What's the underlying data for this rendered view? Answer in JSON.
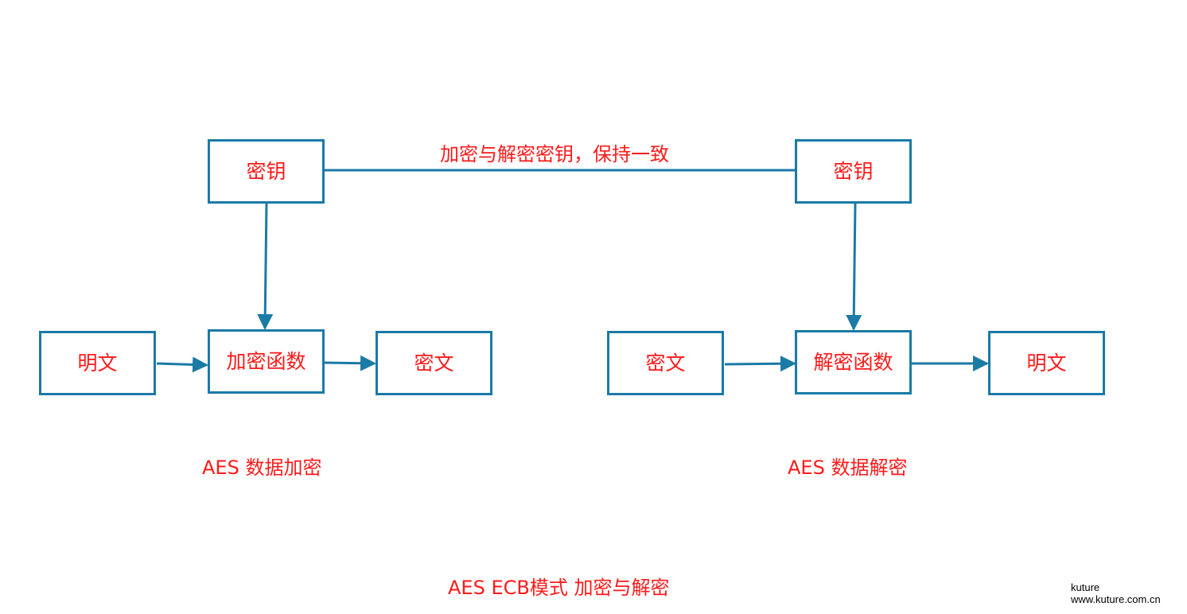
{
  "colors": {
    "box_border": "#1b7aa6",
    "arrow": "#1b7aa6",
    "text": "#ff1a1a"
  },
  "encrypt": {
    "key": "密钥",
    "plaintext": "明文",
    "function": "加密函数",
    "ciphertext": "密文",
    "caption": "AES 数据加密"
  },
  "decrypt": {
    "key": "密钥",
    "ciphertext": "密文",
    "function": "解密函数",
    "plaintext": "明文",
    "caption": "AES 数据解密"
  },
  "key_link_label": "加密与解密密钥，保持一致",
  "title": "AES ECB模式 加密与解密",
  "watermark": {
    "line1": "kuture",
    "line2": "www.kuture.com.cn"
  }
}
